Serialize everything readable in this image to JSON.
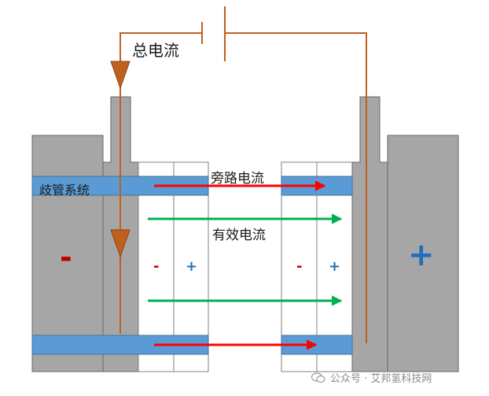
{
  "labels": {
    "total_current": "总电流",
    "manifold_system": "歧管系统",
    "bypass_current": "旁路电流",
    "effective_current": "有效电流"
  },
  "signs": {
    "left_electrode": "-",
    "right_electrode": "+",
    "cell1_neg": "-",
    "cell1_pos": "+",
    "cell2_neg": "-",
    "cell2_pos": "+"
  },
  "watermark": "公众号 · 艾邦氢科技网",
  "colors": {
    "electrode_gray": "#a6a6a6",
    "manifold_blue": "#5b9bd5",
    "wire_brown": "#c0601e",
    "bypass_arrow_red": "#ff0000",
    "effective_arrow_green": "#00b050",
    "negative_red": "#c00000",
    "positive_blue": "#1f6fbf"
  }
}
